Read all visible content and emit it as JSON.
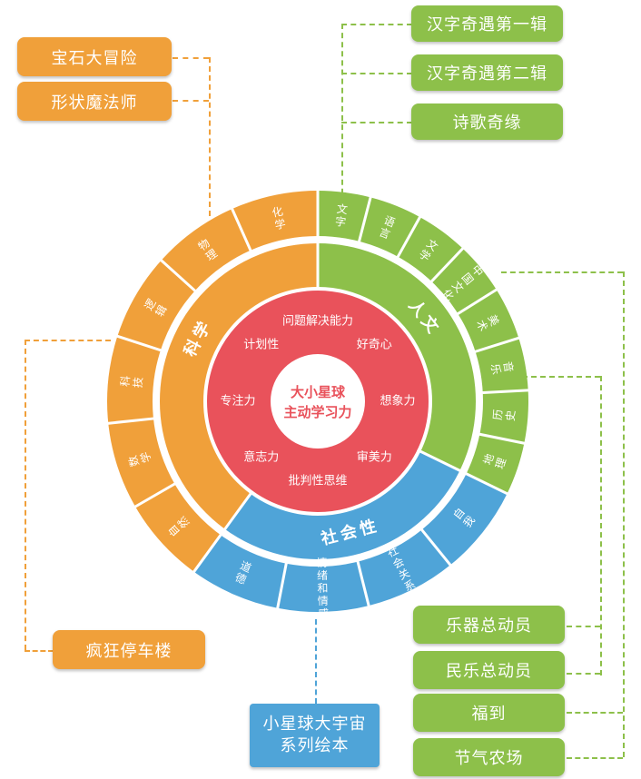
{
  "colors": {
    "science": "#f0a03a",
    "humanities": "#8dc04a",
    "social": "#4fa4d8",
    "core": "#e9525b",
    "center": "#ffffff"
  },
  "center": {
    "line1": "大小星球",
    "line2": "主动学习力"
  },
  "abilities": [
    "问题解决能力",
    "好奇心",
    "想象力",
    "审美力",
    "批判性思维",
    "意志力",
    "专注力",
    "计划性"
  ],
  "categories": {
    "science": "科学",
    "humanities": "人文",
    "social": "社会性"
  },
  "subjects": {
    "science": [
      "自然",
      "数学",
      "科技",
      "逻辑",
      "物理",
      "化学"
    ],
    "humanities": [
      "文字",
      "语言",
      "文学",
      "中国文化",
      "美术",
      "音乐",
      "历史",
      "地理"
    ],
    "social": [
      "自我",
      "社会关系",
      "情绪和情感",
      "道德"
    ]
  },
  "books": {
    "science_top": [
      "宝石大冒险",
      "形状魔法师"
    ],
    "science_bottom": "疯狂停车楼",
    "humanities_top": [
      "汉字奇遇第一辑",
      "汉字奇遇第二辑",
      "诗歌奇缘"
    ],
    "humanities_bottom": [
      "乐器总动员",
      "民乐总动员",
      "福到",
      "节气农场"
    ],
    "series": {
      "line1": "小星球大宇宙",
      "line2": "系列绘本"
    }
  }
}
